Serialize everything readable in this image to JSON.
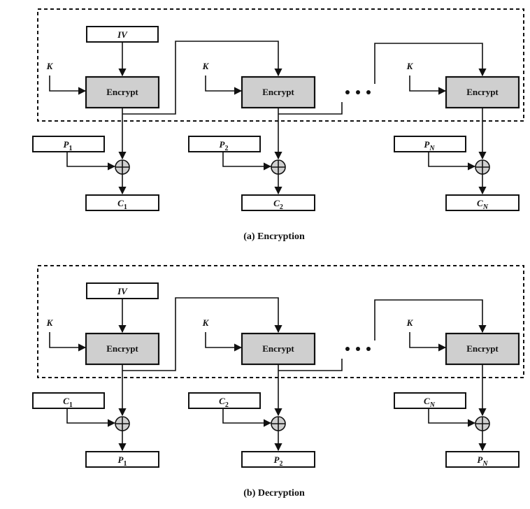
{
  "encryption": {
    "caption": "(a) Encryption",
    "iv": "IV",
    "stages": [
      {
        "key": "K",
        "block": "Encrypt",
        "input_base": "P",
        "input_sub": "1",
        "output_base": "C",
        "output_sub": "1"
      },
      {
        "key": "K",
        "block": "Encrypt",
        "input_base": "P",
        "input_sub": "2",
        "output_base": "C",
        "output_sub": "2"
      },
      {
        "key": "K",
        "block": "Encrypt",
        "input_base": "P",
        "input_sub": "N",
        "output_base": "C",
        "output_sub": "N"
      }
    ]
  },
  "decryption": {
    "caption": "(b) Decryption",
    "iv": "IV",
    "stages": [
      {
        "key": "K",
        "block": "Encrypt",
        "input_base": "C",
        "input_sub": "1",
        "output_base": "P",
        "output_sub": "1"
      },
      {
        "key": "K",
        "block": "Encrypt",
        "input_base": "C",
        "input_sub": "2",
        "output_base": "P",
        "output_sub": "2"
      },
      {
        "key": "K",
        "block": "Encrypt",
        "input_base": "C",
        "input_sub": "N",
        "output_base": "P",
        "output_sub": "N"
      }
    ]
  }
}
